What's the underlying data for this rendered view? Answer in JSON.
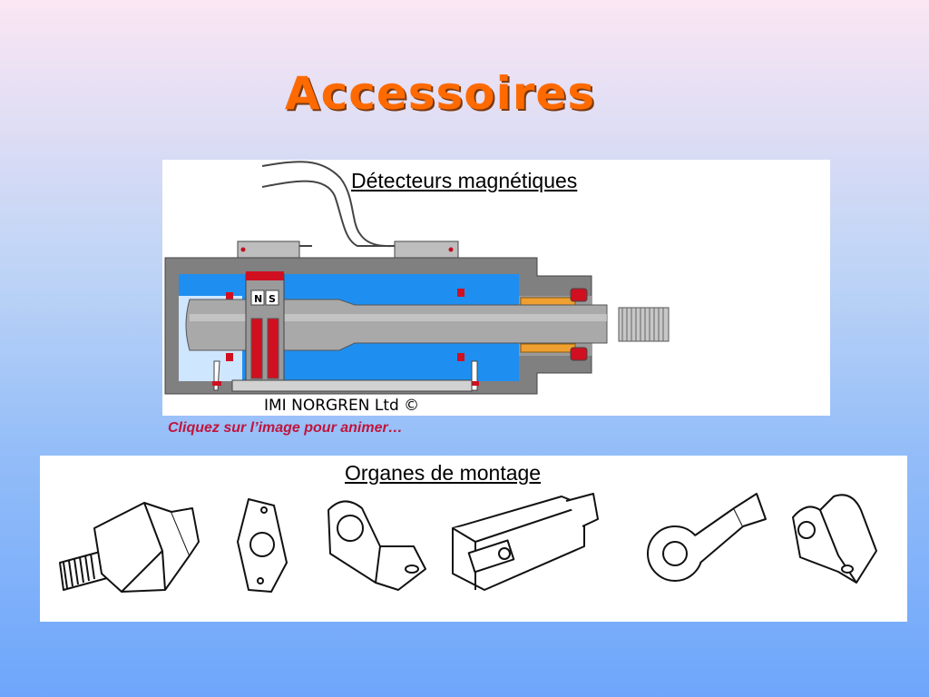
{
  "slide": {
    "title": "Accessoires",
    "detectors": {
      "heading": "Détecteurs magnétiques",
      "brand": "IMI NORGREN Ltd ©",
      "magnet_north": "N",
      "magnet_south": "S",
      "caption": "Cliquez sur l’image pour animer…"
    },
    "mounting": {
      "heading": "Organes de montage"
    }
  }
}
